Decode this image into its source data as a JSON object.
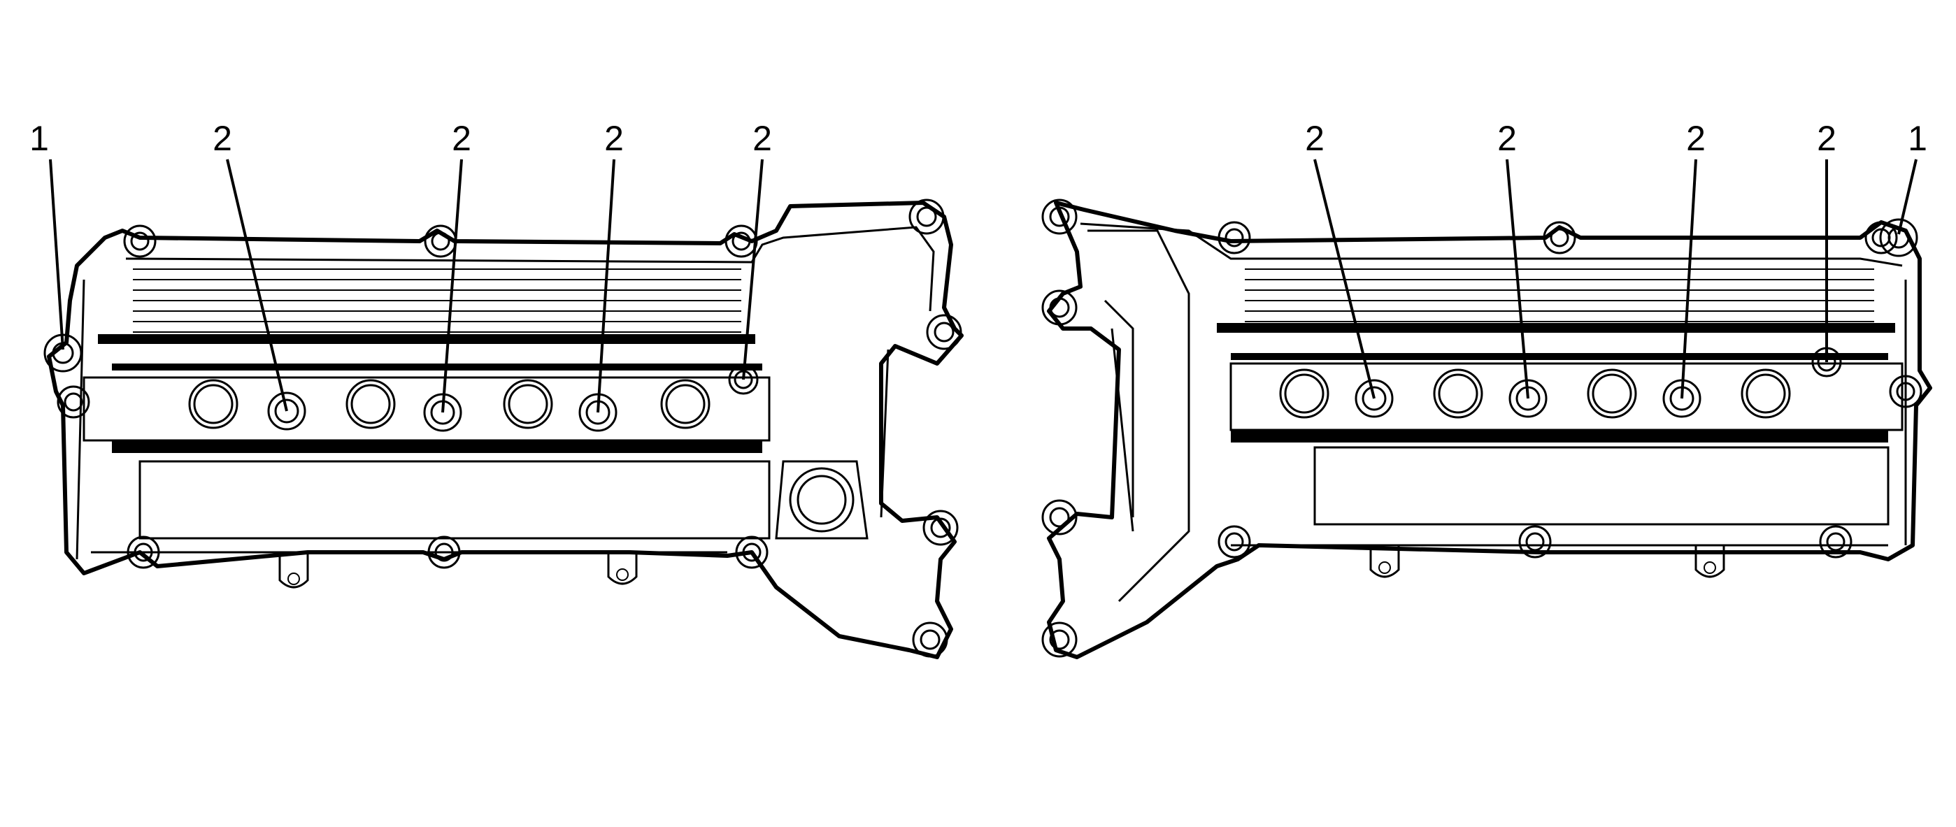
{
  "diagram": {
    "background": "#ffffff",
    "line_color": "#000000",
    "components": [
      {
        "id": "left-cover",
        "name": "left-valve-cover"
      },
      {
        "id": "right-cover",
        "name": "right-valve-cover"
      }
    ],
    "callouts": [
      {
        "label": "1"
      },
      {
        "label": "2"
      },
      {
        "label": "2"
      },
      {
        "label": "2"
      },
      {
        "label": "2"
      },
      {
        "label": "2"
      },
      {
        "label": "2"
      },
      {
        "label": "2"
      },
      {
        "label": "2"
      },
      {
        "label": "1"
      }
    ]
  }
}
